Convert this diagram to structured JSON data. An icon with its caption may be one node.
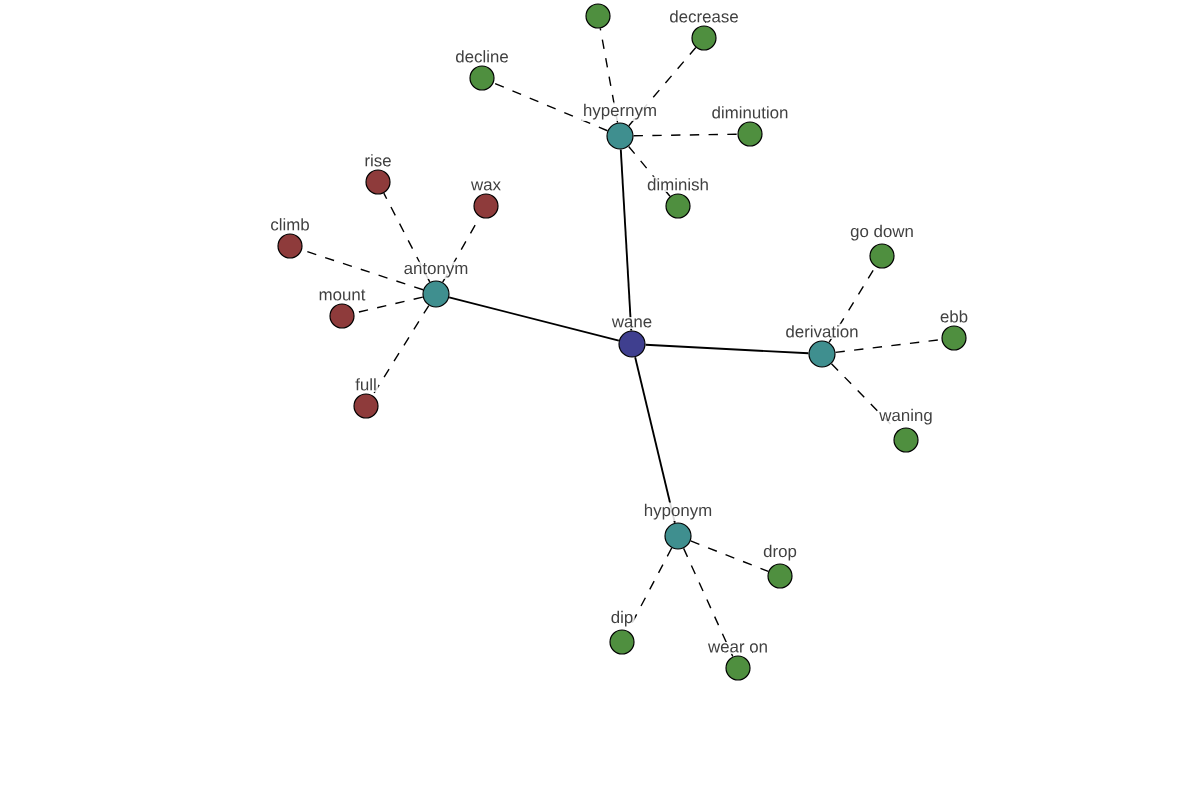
{
  "diagram": {
    "nodes": [
      {
        "text": [],
        "shape": "circle"
      },
      {
        "text": [
          "decrease"
        ]
      },
      {
        "text": [
          "decline"
        ]
      },
      {
        "text": [
          "hypernym"
        ]
      },
      {
        "text": [
          "diminution"
        ]
      },
      {
        "text": [
          "rise"
        ]
      },
      {
        "text": [
          "wax"
        ]
      },
      {
        "text": [
          "diminish"
        ]
      },
      {
        "text": [
          "climb"
        ]
      },
      {
        "text": [
          "go down"
        ]
      },
      {
        "text": [
          "antonym"
        ]
      },
      {
        "text": [
          "mount"
        ]
      },
      {
        "text": [
          "ebb"
        ]
      },
      {
        "text": [
          "wane"
        ]
      },
      {
        "text": [
          "derivation"
        ]
      },
      {
        "text": [
          "full"
        ]
      },
      {
        "text": [
          "waning"
        ]
      },
      {
        "text": [
          "hyponym"
        ]
      },
      {
        "text": [
          "drop"
        ]
      },
      {
        "text": [
          "dip"
        ]
      },
      {
        "text": [
          "wear on"
        ]
      }
    ],
    "edges": [
      {
        "from": 13,
        "to": 3,
        "arrow": "none"
      },
      {
        "from": 13,
        "to": 10,
        "arrow": "none"
      },
      {
        "from": 13,
        "to": 14,
        "arrow": "none"
      },
      {
        "from": 13,
        "to": 17,
        "arrow": "none"
      },
      {
        "from": 3,
        "to": 0,
        "arrow": "none",
        "style": "dashed"
      },
      {
        "from": 3,
        "to": 1,
        "arrow": "none",
        "style": "dashed"
      },
      {
        "from": 3,
        "to": 2,
        "arrow": "none",
        "style": "dashed"
      },
      {
        "from": 3,
        "to": 4,
        "arrow": "none",
        "style": "dashed"
      },
      {
        "from": 3,
        "to": 7,
        "arrow": "none",
        "style": "dashed"
      },
      {
        "from": 10,
        "to": 5,
        "arrow": "none",
        "style": "dashed"
      },
      {
        "from": 10,
        "to": 6,
        "arrow": "none",
        "style": "dashed"
      },
      {
        "from": 10,
        "to": 8,
        "arrow": "none",
        "style": "dashed"
      },
      {
        "from": 10,
        "to": 11,
        "arrow": "none",
        "style": "dashed"
      },
      {
        "from": 10,
        "to": 15,
        "arrow": "none",
        "style": "dashed"
      },
      {
        "from": 14,
        "to": 9,
        "arrow": "none",
        "style": "dashed"
      },
      {
        "from": 14,
        "to": 12,
        "arrow": "none",
        "style": "dashed"
      },
      {
        "from": 14,
        "to": 16,
        "arrow": "none",
        "style": "dashed"
      },
      {
        "from": 17,
        "to": 18,
        "arrow": "none",
        "style": "dashed"
      },
      {
        "from": 17,
        "to": 19,
        "arrow": "none",
        "style": "dashed"
      },
      {
        "from": 17,
        "to": 20,
        "arrow": "none",
        "style": "dashed"
      }
    ]
  }
}
